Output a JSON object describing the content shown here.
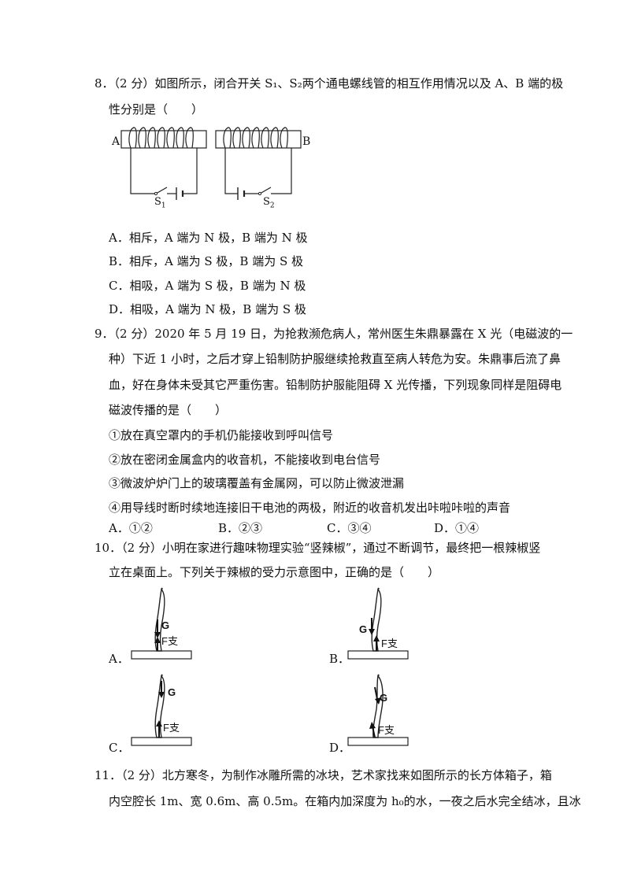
{
  "q8": {
    "line1": "8．（2 分）如图所示，闭合开关 S₁、S₂两个通电螺线管的相互作用情况以及 A、B 端的极",
    "line2": "性分别是（　　）",
    "fig": {
      "label_a": "A",
      "label_b": "B",
      "s1": "S",
      "s1_sub": "1",
      "s2": "S",
      "s2_sub": "2"
    },
    "options": [
      "A．相斥，A 端为 N 极，B 端为 N 极",
      "B．相斥，A 端为 S 极，B 端为 S 极",
      "C．相吸，A 端为 S 极，B 端为 N 极",
      "D．相吸，A 端为 N 极，B 端为 S 极"
    ]
  },
  "q9": {
    "lines": [
      "9．（2 分）2020 年 5 月 19 日，为抢救濒危病人，常州医生朱鼎暴露在 X 光（电磁波的一",
      "种）下近 1 小时，之后才穿上铅制防护服继续抢救直至病人转危为安。朱鼎事后流了鼻",
      "血，好在身体未受其它严重伤害。铅制防护服能阻碍 X 光传播，下列现象同样是阻碍电",
      "磁波传播的是（　　）"
    ],
    "items": [
      "①放在真空罩内的手机仍能接收到呼叫信号",
      "②放在密闭金属盒内的收音机，不能接收到电台信号",
      "③微波炉炉门上的玻璃覆盖有金属网，可以防止微波泄漏",
      "④用导线时断时续地连接旧干电池的两极，附近的收音机发出咔啦咔啦的声音"
    ],
    "options": [
      "A．①②",
      "B．②③",
      "C．③④",
      "D．①④"
    ]
  },
  "q10": {
    "line1": "10．（2 分）小明在家进行趣味物理实验“竖辣椒”，通过不断调节，最终把一根辣椒竖",
    "line2": "立在桌面上。下列关于辣椒的受力示意图中，正确的是（　　）",
    "fig_g": "G",
    "fig_f": "F支",
    "options": [
      "A．",
      "B．",
      "C．",
      "D．"
    ]
  },
  "q11": {
    "line1": "11．（2 分）北方寒冬，为制作冰雕所需的冰块，艺术家找来如图所示的长方体箱子，箱",
    "line2": "内空腔长 1m、宽 0.6m、高 0.5m。在箱内加深度为 h₀的水，一夜之后水完全结冰，且冰"
  }
}
